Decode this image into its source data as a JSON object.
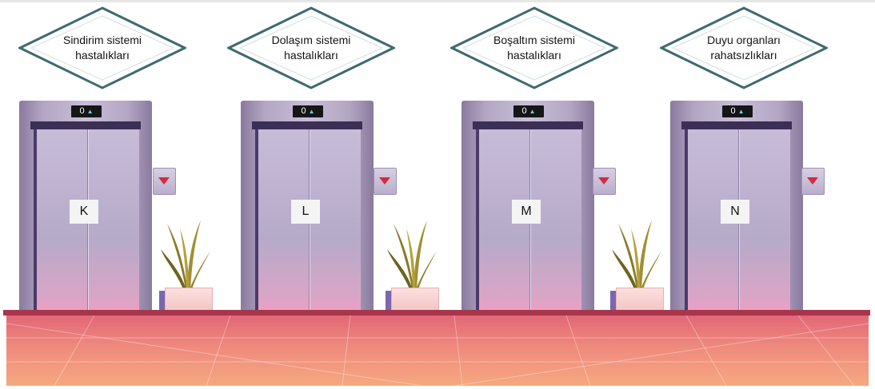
{
  "signs": [
    {
      "line1": "Sindirim sistemi",
      "line2": "hastalıkları"
    },
    {
      "line1": "Dolaşım sistemi",
      "line2": "hastalıkları"
    },
    {
      "line1": "Boşaltım sistemi",
      "line2": "hastalıkları"
    },
    {
      "line1": "Duyu organları",
      "line2": "rahatsızlıkları"
    }
  ],
  "elevators": [
    {
      "floor_display": "0",
      "label": "K"
    },
    {
      "floor_display": "0",
      "label": "L"
    },
    {
      "floor_display": "0",
      "label": "M"
    },
    {
      "floor_display": "0",
      "label": "N"
    }
  ],
  "icons": {
    "display_arrow": "up-arrow-icon",
    "call_button": "down-triangle-icon"
  },
  "colors": {
    "sign_border": "#3e6a72",
    "elevator_frame": "#b2a6c4",
    "call_button_arrow": "#d42a40",
    "floor": "#ef8a7d",
    "floor_edge": "#a8364b"
  }
}
